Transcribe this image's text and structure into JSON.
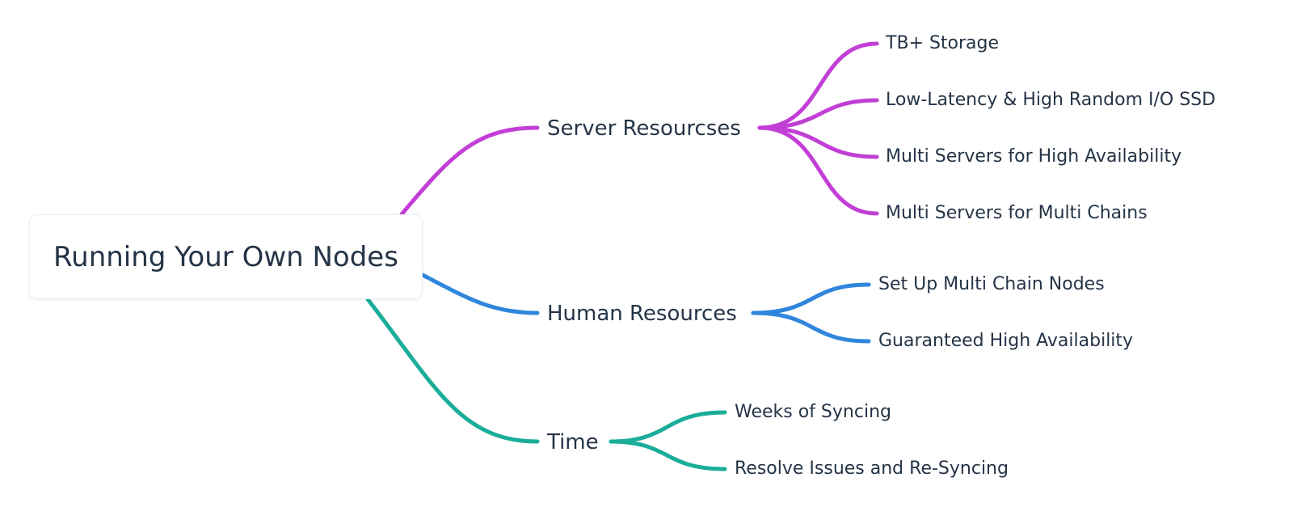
{
  "root": {
    "label": "Running Your Own Nodes"
  },
  "branches": [
    {
      "label": "Server Resourcses",
      "color": "#c23fd6",
      "children": [
        "TB+ Storage",
        "Low-Latency & High Random I/O SSD",
        "Multi Servers for High Availability",
        "Multi Servers for Multi Chains"
      ]
    },
    {
      "label": "Human Resources",
      "color": "#2f86dc",
      "children": [
        "Set Up Multi Chain Nodes",
        "Guaranteed High Availability"
      ]
    },
    {
      "label": "Time",
      "color": "#1aad99",
      "children": [
        "Weeks of Syncing",
        "Resolve Issues and Re-Syncing"
      ]
    }
  ]
}
